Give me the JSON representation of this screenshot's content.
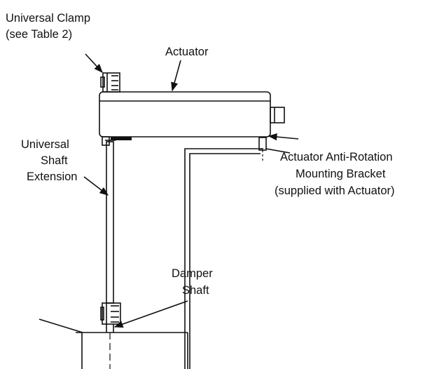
{
  "labels": {
    "universal_clamp_line1": "Universal Clamp",
    "universal_clamp_line2": "(see Table 2)",
    "actuator": "Actuator",
    "shaft_extension_line1": "Universal",
    "shaft_extension_line2": "Shaft",
    "shaft_extension_line3": "Extension",
    "bracket_line1": "Actuator Anti-Rotation",
    "bracket_line2": "Mounting Bracket",
    "bracket_line3": "(supplied with Actuator)",
    "damper_shaft_line1": "Damper",
    "damper_shaft_line2": "Shaft"
  },
  "colors": {
    "ink": "#111111",
    "background": "#ffffff"
  }
}
